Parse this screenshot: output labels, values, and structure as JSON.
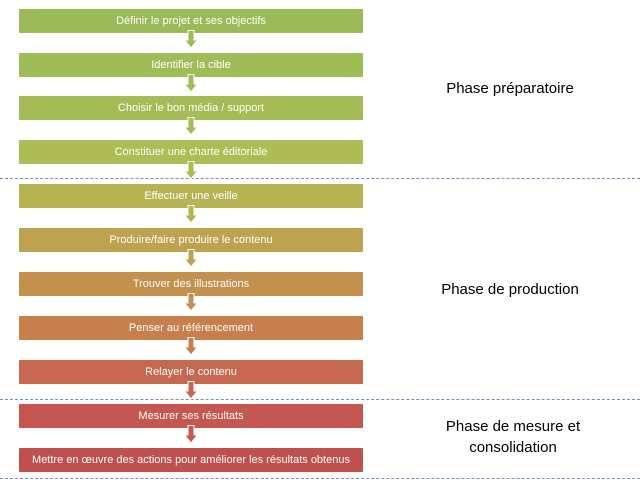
{
  "steps": [
    {
      "label": "Définir le projet et ses objectifs",
      "color": "#9bbb59"
    },
    {
      "label": "Identifier la cible",
      "color": "#9fbd57"
    },
    {
      "label": "Choisir le bon média / support",
      "color": "#a5bb56"
    },
    {
      "label": "Constituer une charte éditoriale",
      "color": "#adbc55"
    },
    {
      "label": "Effectuer une veille",
      "color": "#b6b352"
    },
    {
      "label": "Produire/faire produire  le contenu",
      "color": "#bea250"
    },
    {
      "label": "Trouver des illustrations",
      "color": "#c4904e"
    },
    {
      "label": "Penser au référencement",
      "color": "#c7804d"
    },
    {
      "label": "Relayer le contenu",
      "color": "#c5684f"
    },
    {
      "label": "Mesurer ses résultats",
      "color": "#c4574f"
    },
    {
      "label": "Mettre en œuvre des actions pour améliorer les résultats obtenus",
      "color": "#c0504d"
    }
  ],
  "phases": [
    {
      "label": "Phase préparatoire"
    },
    {
      "label": "Phase de production"
    },
    {
      "label": "Phase de mesure et consolidation"
    }
  ],
  "colors": {
    "separator": "#6f93b8",
    "arrow_stroke": "#ffffff",
    "text_on_box": "#ffffff"
  }
}
